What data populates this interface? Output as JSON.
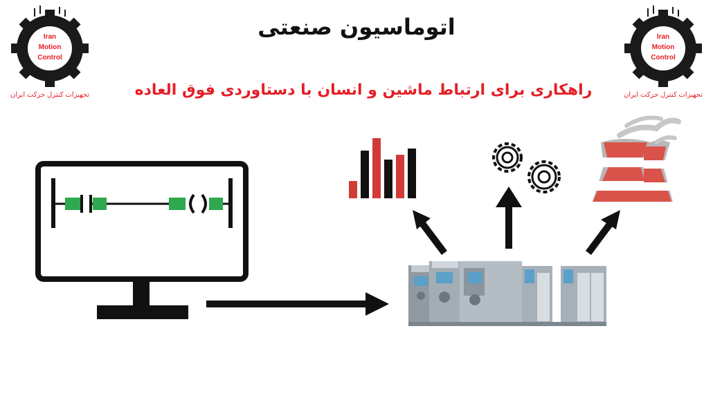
{
  "header": {
    "title": "اتوماسیون صنعتی",
    "subtitle": "راهکاری برای ارتباط ماشین و انسان با دستاوردی فوق العاده"
  },
  "logo": {
    "line1": "Iran",
    "line2": "Motion",
    "line3": "Control",
    "arc_text": "تجهیزات کنترل حرکت ایران"
  },
  "colors": {
    "accent_red": "#e41f26",
    "dark": "#111111",
    "ladder_green": "#2fa84f",
    "plant_red": "#d9534a",
    "plant_gray": "#b7b7b7"
  },
  "icons": [
    "monitor-ladder-icon",
    "arrow-right-icon",
    "plc-hardware",
    "bar-chart-icon",
    "gears-icon",
    "factory-icon",
    "arrow-up-icon"
  ]
}
